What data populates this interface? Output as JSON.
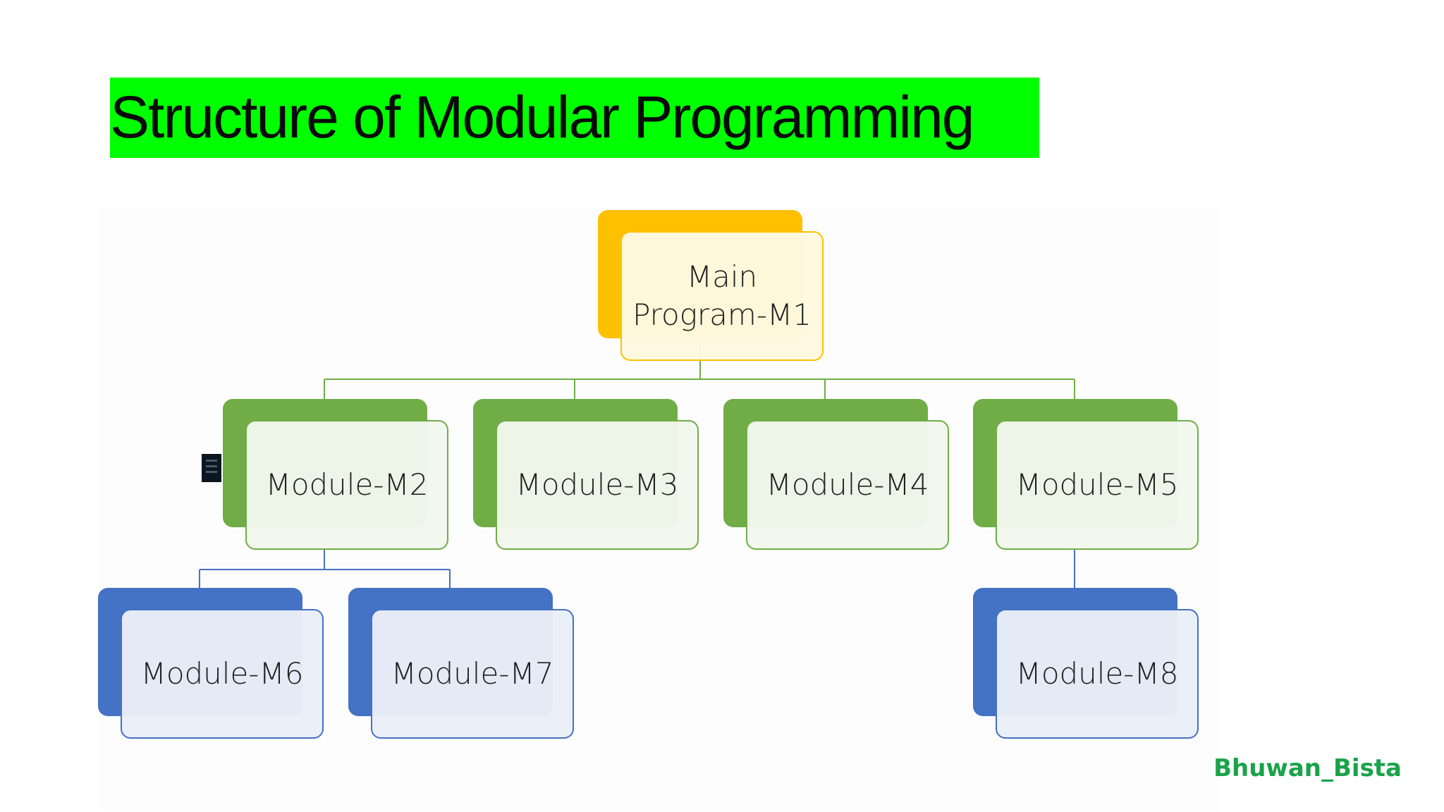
{
  "title": "Structure of Modular Programming",
  "author": "Bhuwan_Bista",
  "colors": {
    "title_bg": "#00ff00",
    "main_back": "#ffc000",
    "main_front": "#fff9e0",
    "main_border": "#ffc000",
    "level2_back": "#70ad47",
    "level2_front": "#f3f8ee",
    "level2_border": "#70ad47",
    "level3_back": "#4472c4",
    "level3_front": "#eaeef8",
    "level3_border": "#4472c4",
    "author": "#1aa34a"
  },
  "diagram": {
    "main": {
      "label": "Main\nProgram-M1"
    },
    "level2": [
      {
        "label": "Module-M2"
      },
      {
        "label": "Module-M3"
      },
      {
        "label": "Module-M4"
      },
      {
        "label": "Module-M5"
      }
    ],
    "level3": [
      {
        "label": "Module-M6",
        "parent": "Module-M2"
      },
      {
        "label": "Module-M7",
        "parent": "Module-M2"
      },
      {
        "label": "Module-M8",
        "parent": "Module-M5"
      }
    ]
  }
}
